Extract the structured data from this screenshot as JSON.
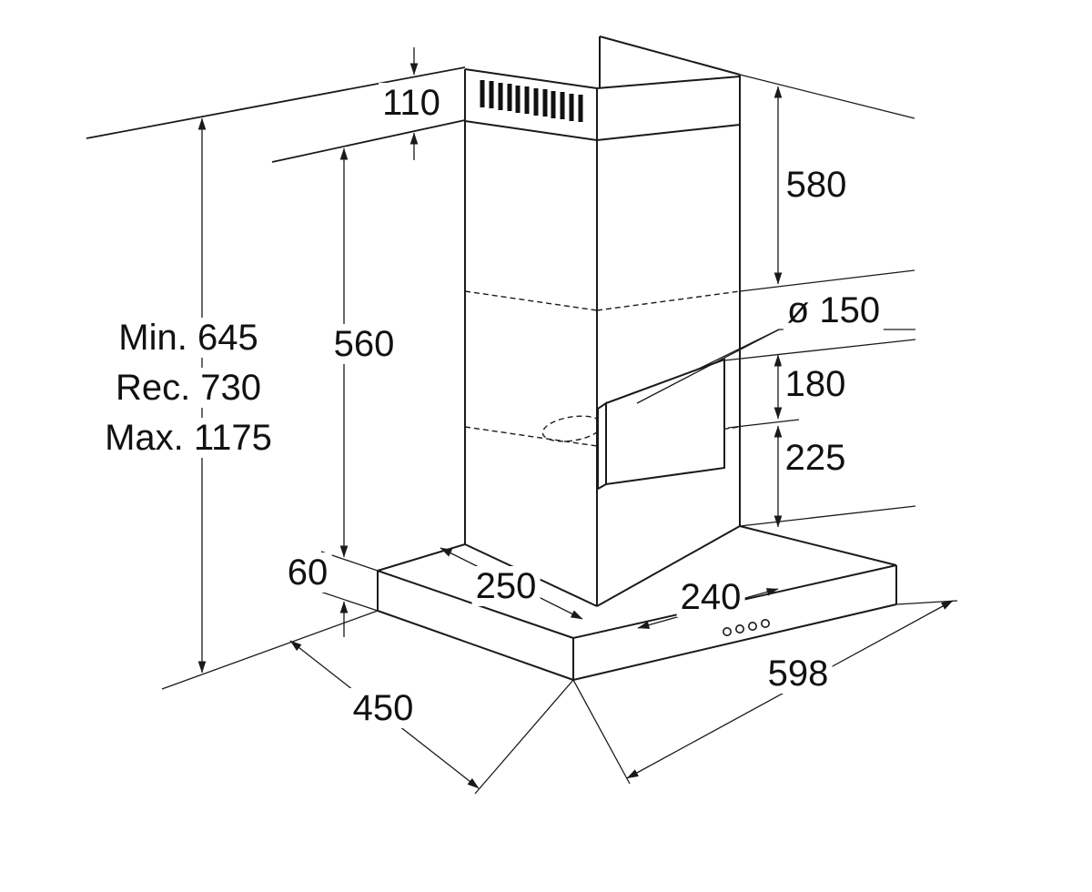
{
  "diagram": {
    "type": "technical-dimension-drawing",
    "subject": "wall-mounted chimney cooker hood",
    "colors": {
      "line": "#1a1a1a",
      "background": "#ffffff"
    },
    "dimensions": {
      "chimney_top_section_height": "110",
      "upper_chimney_height": "580",
      "mounting_height_min": "Min. 645",
      "mounting_height_rec": "Rec. 730",
      "mounting_height_max": "Max. 1175",
      "lower_chimney_height": "560",
      "duct_diameter": "ø 150",
      "duct_offset_from_joint": "180",
      "duct_center_to_hood_top": "225",
      "hood_body_thickness": "60",
      "chimney_depth": "250",
      "chimney_front_width": "240",
      "hood_width": "598",
      "hood_depth": "450"
    }
  }
}
